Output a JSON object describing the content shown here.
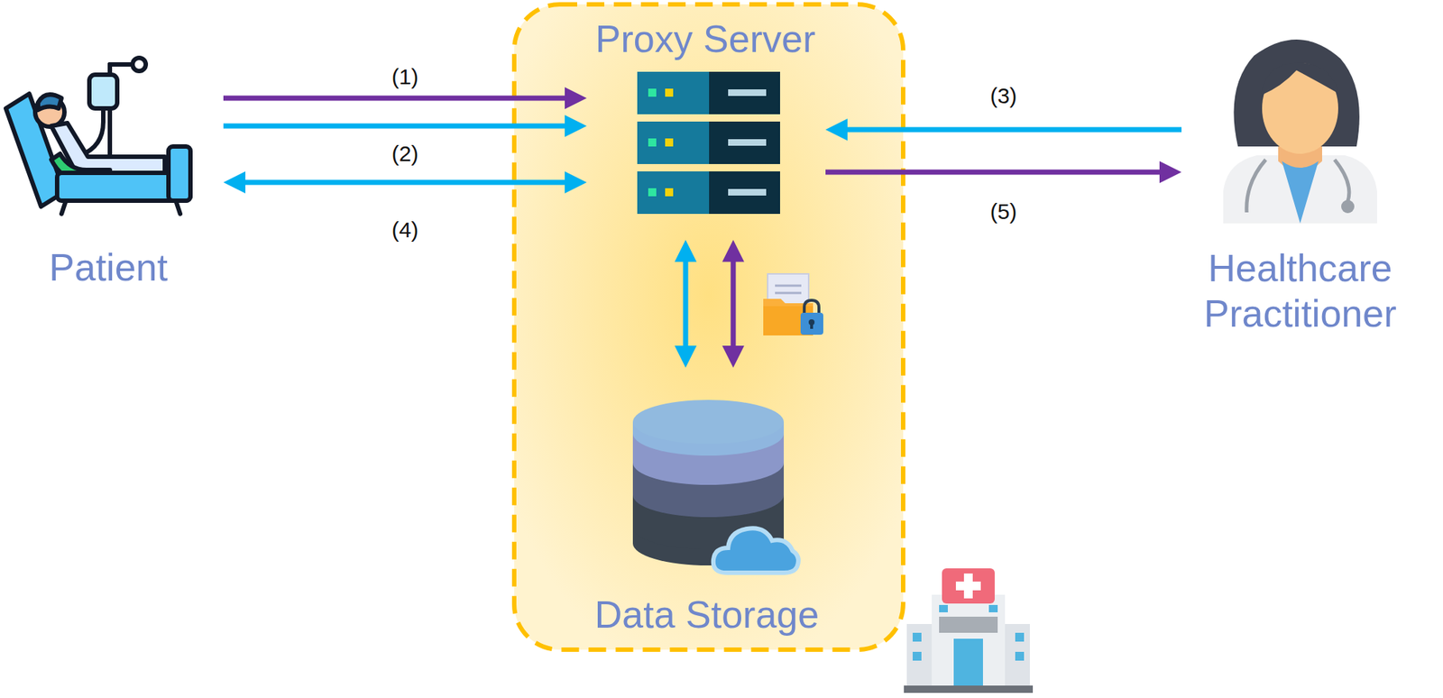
{
  "diagram": {
    "nodes": [
      {
        "text": [
          "Patient"
        ]
      },
      {
        "text": [
          "Proxy Server"
        ]
      },
      {
        "text": [
          "Data Storage"
        ]
      },
      {
        "text": [
          "Healthcare Practitioner"
        ]
      }
    ],
    "edges": [
      {
        "from": 0,
        "to": 1,
        "arrow": "to",
        "label": "(1)"
      },
      {
        "from": 0,
        "to": 1,
        "arrow": "to",
        "label": "(2)"
      },
      {
        "from": 0,
        "to": 1,
        "arrow": "both",
        "label": "(4)"
      },
      {
        "from": 3,
        "to": 1,
        "arrow": "to",
        "label": "(3)"
      },
      {
        "from": 1,
        "to": 3,
        "arrow": "to",
        "label": "(5)"
      },
      {
        "from": 1,
        "to": 2,
        "arrow": "both"
      },
      {
        "from": 1,
        "to": 2,
        "arrow": "both"
      }
    ]
  }
}
